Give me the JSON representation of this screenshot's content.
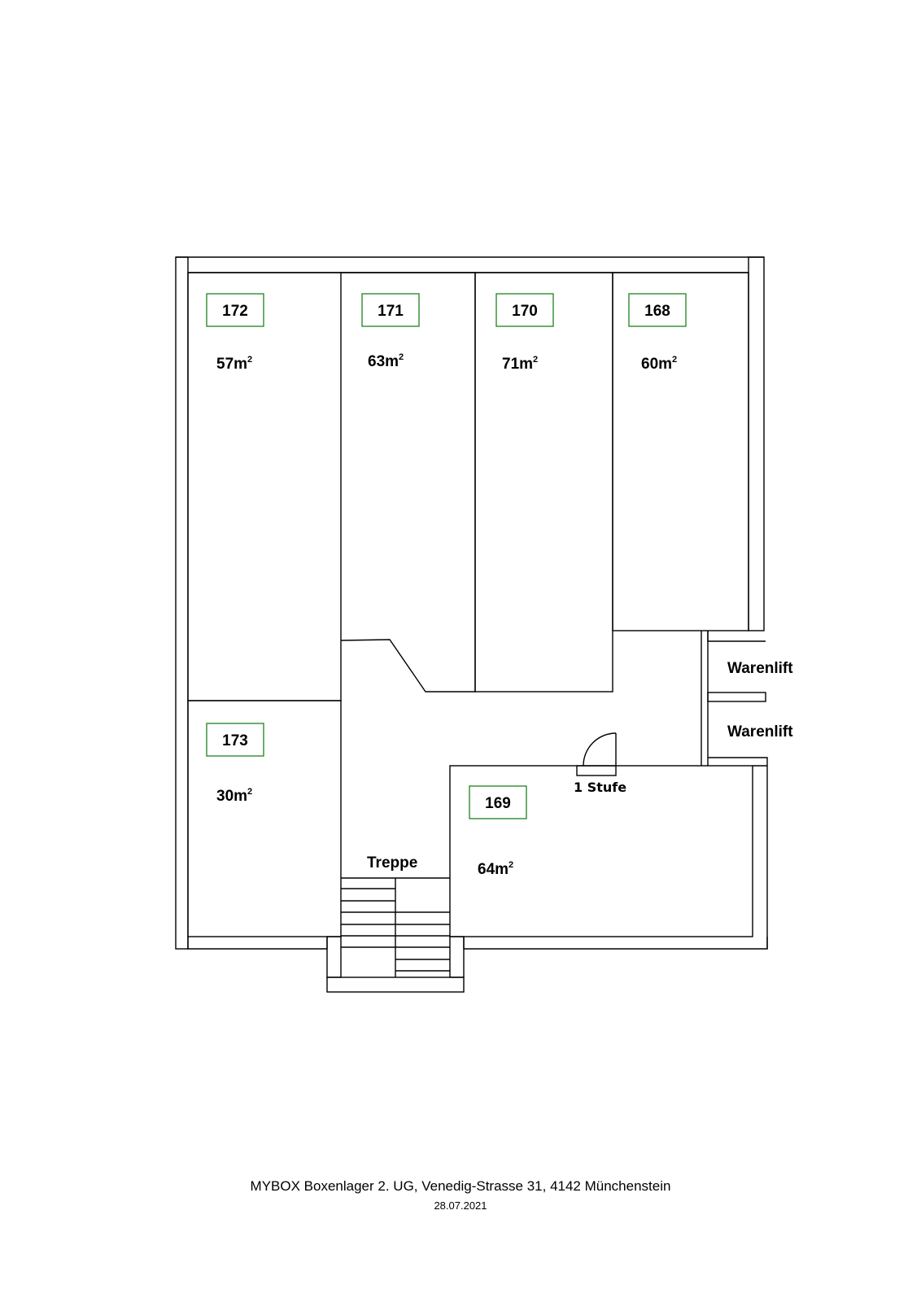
{
  "units": [
    {
      "id": "172",
      "area": "57m",
      "area_sup": "2"
    },
    {
      "id": "171",
      "area": "63m",
      "area_sup": "2"
    },
    {
      "id": "170",
      "area": "71m",
      "area_sup": "2"
    },
    {
      "id": "168",
      "area": "60m",
      "area_sup": "2"
    },
    {
      "id": "173",
      "area": "30m",
      "area_sup": "2"
    },
    {
      "id": "169",
      "area": "64m",
      "area_sup": "2"
    }
  ],
  "labels": {
    "lift_upper": "Warenlift",
    "lift_lower": "Warenlift",
    "step": "1 Stufe",
    "stairs": "Treppe"
  },
  "footer": {
    "address": "MYBOX Boxenlager  2. UG, Venedig-Strasse 31, 4142 Münchenstein",
    "date": "28.07.2021"
  },
  "colors": {
    "walls": "#000000",
    "unit_id_box": "#2e8b2e"
  }
}
